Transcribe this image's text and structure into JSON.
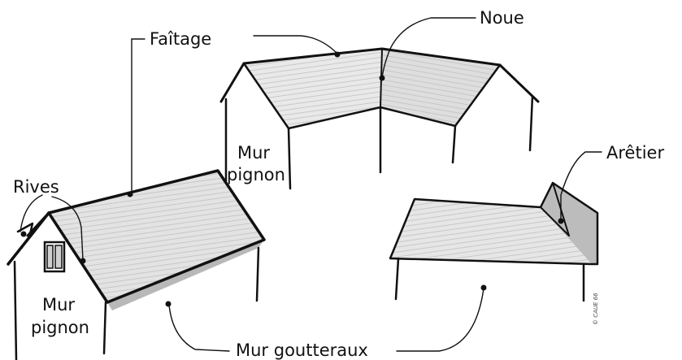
{
  "labels": {
    "faitage": "Faîtage",
    "noue": "Noue",
    "rives": "Rives",
    "mur_pignon_top_line1": "Mur",
    "mur_pignon_top_line2": "pignon",
    "mur_pignon_left_line1": "Mur",
    "mur_pignon_left_line2": "pignon",
    "aretier": "Arêtier",
    "mur_goutteraux": "Mur goutteraux",
    "credit": "© CAUE 66"
  },
  "colors": {
    "roof_light": "#e6e6e6",
    "roof_mid": "#cfcfcf",
    "roof_dark": "#b5b5b5",
    "ink": "#111111"
  }
}
